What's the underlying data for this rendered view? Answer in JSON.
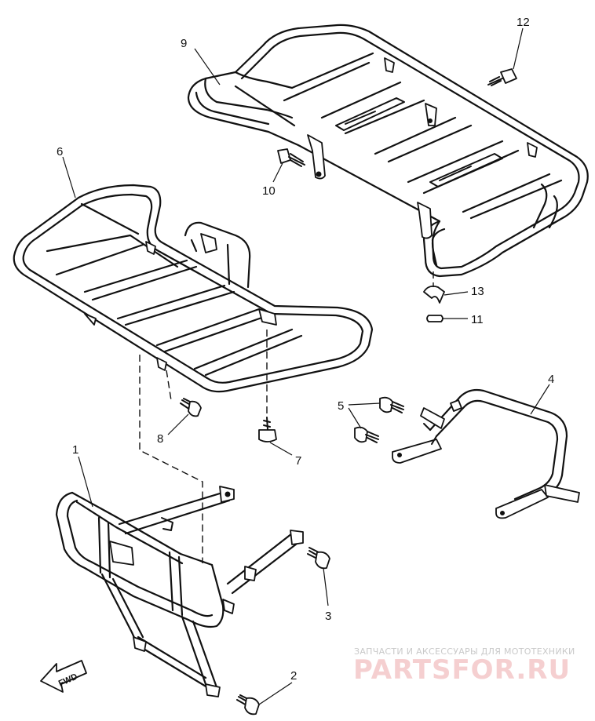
{
  "callouts": {
    "c1": "1",
    "c2": "2",
    "c3": "3",
    "c4": "4",
    "c5": "5",
    "c6": "6",
    "c7": "7",
    "c8": "8",
    "c9": "9",
    "c10": "10",
    "c11": "11",
    "c12": "12",
    "c13": "13"
  },
  "fwd_arrow": {
    "label": "FWD"
  },
  "watermark": {
    "caption": "ЗАПЧАСТИ И АКСЕССУАРЫ ДЛЯ МОТОТЕХНИКИ",
    "logo": "PARTSFOR.RU"
  }
}
